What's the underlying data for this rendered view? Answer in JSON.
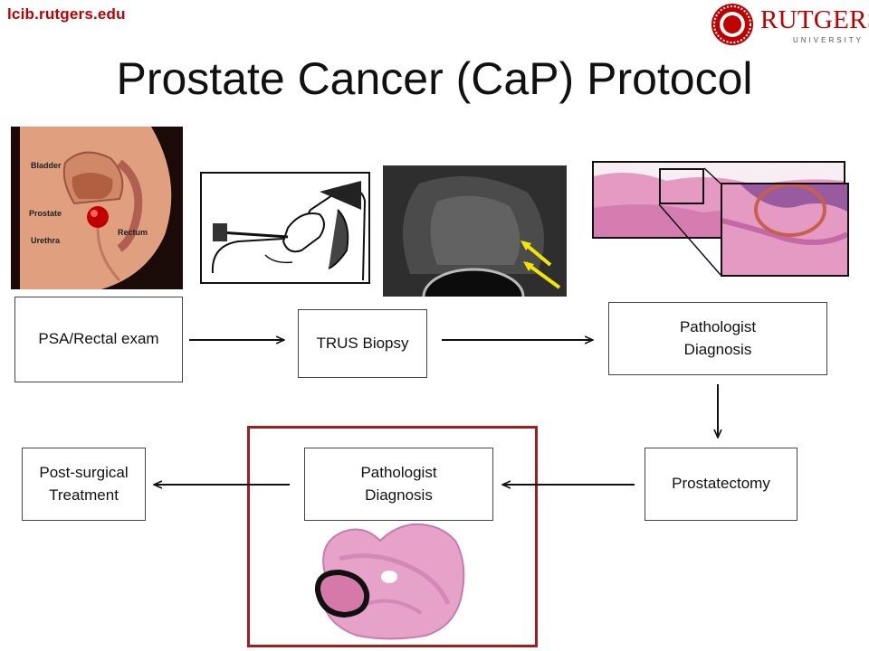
{
  "header": {
    "site": "lcib.rutgers.edu",
    "title": "Prostate Cancer (CaP) Protocol",
    "logo": {
      "name": "RUTGERS",
      "sub": "UNIVERSITY"
    }
  },
  "anatomy": {
    "labels": [
      "Bladder",
      "Prostate",
      "Rectum",
      "Urethra"
    ]
  },
  "flow": {
    "psa": "PSA/Rectal exam",
    "trus": "TRUS Biopsy",
    "path1": [
      "Pathologist",
      "Diagnosis"
    ],
    "prostatectomy": "Prostatectomy",
    "path2": [
      "Pathologist",
      "Diagnosis"
    ],
    "post": [
      "Post-surgical",
      "Treatment"
    ]
  },
  "colors": {
    "brand_red": "#c00000",
    "highlight_frame": "#a01e22",
    "arrow_yellow": "#f2e600"
  }
}
